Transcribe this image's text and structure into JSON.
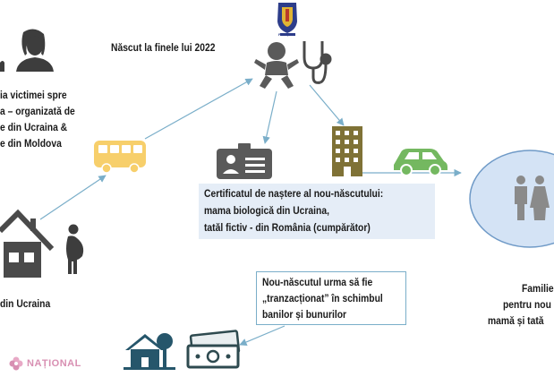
{
  "caption_birth": "Născut la finele lui 2022",
  "caption_escort": [
    "ia victimei spre",
    "a – organizată de",
    "e din Ucraina &",
    "e din Moldova"
  ],
  "caption_home": "din Ucraina",
  "certificate_box": [
    "Certificatul de naștere al nou-născutului:",
    "mama biologică din Ucraina,",
    "tatăl fictiv - din România (cumpărător)"
  ],
  "transaction_box": [
    "Nou-născutul urma să fie",
    "„tranzacționat” în schimbul",
    "banilor și bunurilor"
  ],
  "family_caption": [
    "Familie",
    "pentru nou",
    "mamă și tată"
  ],
  "logo_text": "NAȚIONAL",
  "emblem_text": "POLIȚIA",
  "colors": {
    "icon_dark": "#3d3d3d",
    "bus": "#f7cf6b",
    "building": "#7f7236",
    "car": "#74b860",
    "house_small": "#26566b",
    "money": "#2e4a4f",
    "arrow": "#7aaec9",
    "cert_box": "#e5edf7",
    "ellipse": "#d4e3f5",
    "ellipse_stroke": "#6f9ac7",
    "people_in_family": "#8a8a8a",
    "logo": "#d88fb2"
  },
  "icons": [
    "woman-silhouette-icon",
    "man-silhouette-icon",
    "bus-icon",
    "house-icon",
    "pregnant-woman-icon",
    "baby-icon",
    "stethoscope-icon",
    "id-card-icon",
    "building-icon",
    "car-icon",
    "family-couple-icon",
    "house-with-tree-icon",
    "money-icon",
    "police-emblem-icon"
  ]
}
